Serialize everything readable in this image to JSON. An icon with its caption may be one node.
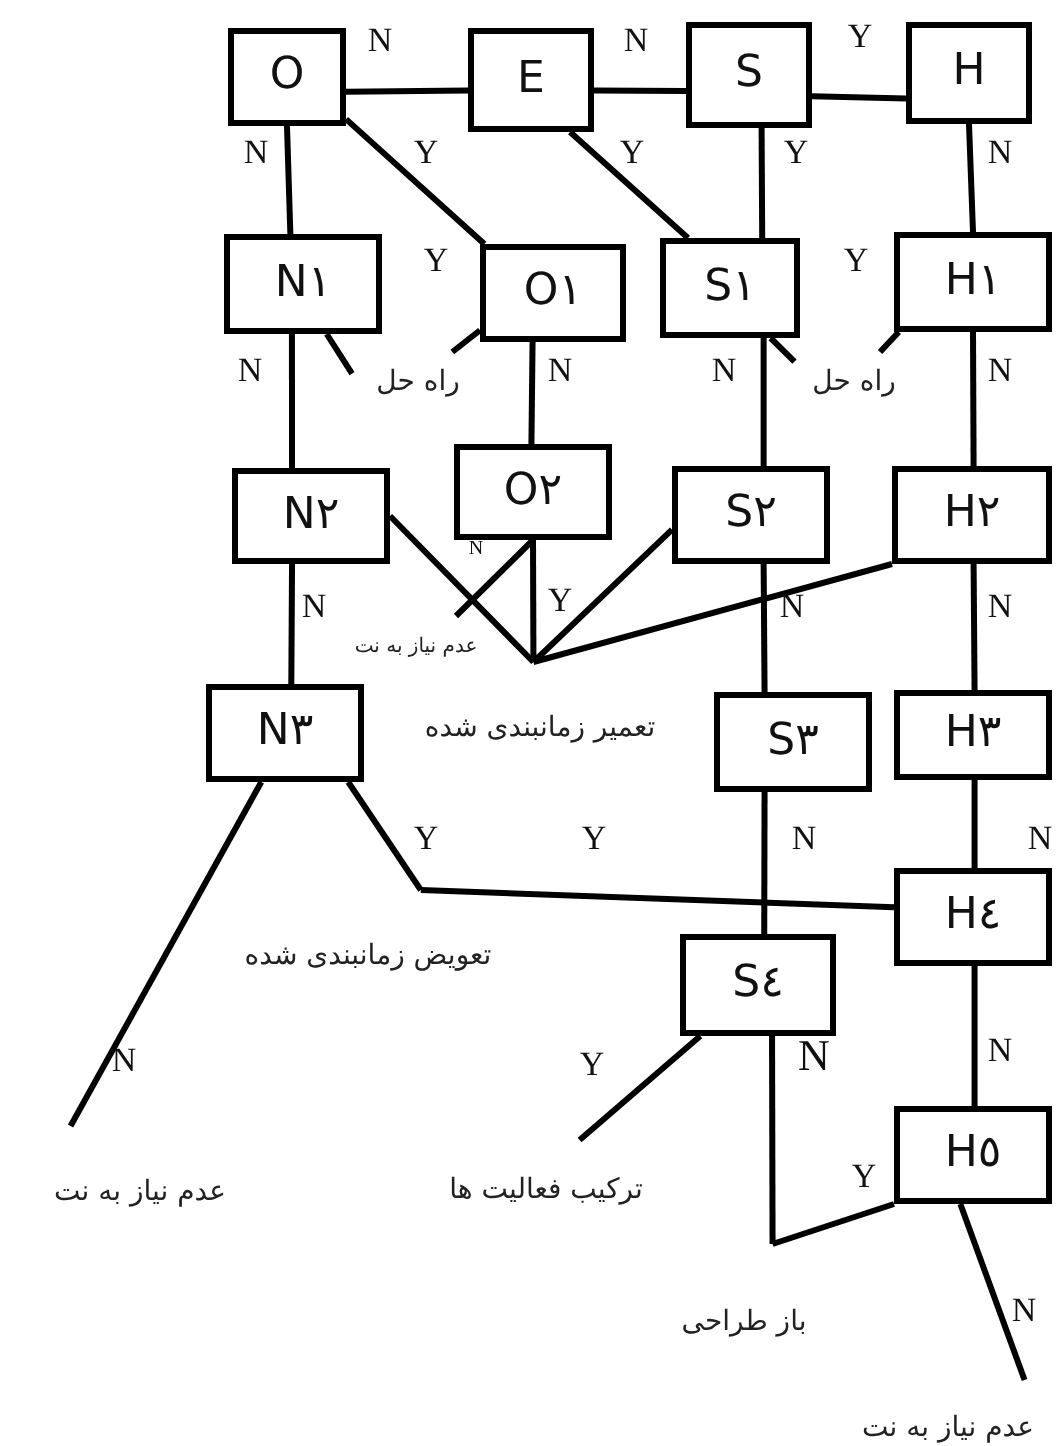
{
  "diagram": {
    "nodes": [
      {
        "text": [
          "O"
        ]
      },
      {
        "text": [
          "E"
        ]
      },
      {
        "text": [
          "S"
        ]
      },
      {
        "text": [
          "H"
        ]
      },
      {
        "text": [
          "N١"
        ]
      },
      {
        "text": [
          "O١"
        ]
      },
      {
        "text": [
          "S١"
        ]
      },
      {
        "text": [
          "H١"
        ]
      },
      {
        "text": [
          "راه حل"
        ]
      },
      {
        "text": [
          "راه حل"
        ]
      },
      {
        "text": [
          "N٢"
        ]
      },
      {
        "text": [
          "O٢"
        ]
      },
      {
        "text": [
          "S٢"
        ]
      },
      {
        "text": [
          "H٢"
        ]
      },
      {
        "text": [
          "عدم نیاز به نت"
        ]
      },
      {
        "text": [
          "تعمیر زمانبندی شده"
        ]
      },
      {
        "text": [
          "N٣"
        ]
      },
      {
        "text": [
          "S٣"
        ]
      },
      {
        "text": [
          "H٣"
        ]
      },
      {
        "text": [
          "تعویض زمانبندی شده"
        ]
      },
      {
        "text": [
          "H٤"
        ]
      },
      {
        "text": [
          "S٤"
        ]
      },
      {
        "text": [
          "عدم نیاز به نت"
        ]
      },
      {
        "text": [
          "ترکیب فعالیت ها"
        ]
      },
      {
        "text": [
          "H٥"
        ]
      },
      {
        "text": [
          "باز طراحی"
        ]
      },
      {
        "text": [
          "عدم نیاز به نت"
        ]
      }
    ],
    "edges": [
      {
        "from": 0,
        "to": 1,
        "arrow": "none",
        "label": "N"
      },
      {
        "from": 1,
        "to": 2,
        "arrow": "none",
        "label": "N"
      },
      {
        "from": 2,
        "to": 3,
        "arrow": "none",
        "label": "Y"
      },
      {
        "from": 0,
        "to": 4,
        "arrow": "none",
        "label": "N"
      },
      {
        "from": 0,
        "to": 5,
        "arrow": "none",
        "label": "Y"
      },
      {
        "from": 1,
        "to": 6,
        "arrow": "none",
        "label": "Y"
      },
      {
        "from": 2,
        "to": 6,
        "arrow": "none",
        "label": "Y"
      },
      {
        "from": 3,
        "to": 7,
        "arrow": "none",
        "label": "N"
      },
      {
        "from": 4,
        "to": 8,
        "arrow": "none"
      },
      {
        "from": 5,
        "to": 8,
        "arrow": "none",
        "label": "Y"
      },
      {
        "from": 6,
        "to": 9,
        "arrow": "none"
      },
      {
        "from": 7,
        "to": 9,
        "arrow": "none",
        "label": "Y"
      },
      {
        "from": 4,
        "to": 10,
        "arrow": "none",
        "label": "N"
      },
      {
        "from": 5,
        "to": 11,
        "arrow": "none",
        "label": "N"
      },
      {
        "from": 6,
        "to": 12,
        "arrow": "none",
        "label": "N"
      },
      {
        "from": 7,
        "to": 13,
        "arrow": "none",
        "label": "N"
      },
      {
        "from": 11,
        "to": 14,
        "arrow": "none",
        "label": "N"
      },
      {
        "from": 10,
        "to": 15,
        "arrow": "none"
      },
      {
        "from": 11,
        "to": 15,
        "arrow": "none",
        "label": "Y"
      },
      {
        "from": 12,
        "to": 15,
        "arrow": "none"
      },
      {
        "from": 13,
        "to": 15,
        "arrow": "none"
      },
      {
        "from": 10,
        "to": 16,
        "arrow": "none",
        "label": "N"
      },
      {
        "from": 12,
        "to": 17,
        "arrow": "none",
        "label": "N"
      },
      {
        "from": 13,
        "to": 18,
        "arrow": "none",
        "label": "N"
      },
      {
        "from": 16,
        "to": 22,
        "arrow": "none",
        "label": "N"
      },
      {
        "from": 16,
        "to": 19,
        "arrow": "none",
        "label": "Y"
      },
      {
        "from": 20,
        "to": 19,
        "arrow": "none",
        "label": "Y"
      },
      {
        "from": 17,
        "to": 21,
        "arrow": "none",
        "label": "N"
      },
      {
        "from": 18,
        "to": 20,
        "arrow": "none",
        "label": "N"
      },
      {
        "from": 20,
        "to": 24,
        "arrow": "none",
        "label": "N"
      },
      {
        "from": 21,
        "to": 23,
        "arrow": "none",
        "label": "Y"
      },
      {
        "from": 21,
        "to": 25,
        "arrow": "none",
        "label": "N"
      },
      {
        "from": 24,
        "to": 25,
        "arrow": "none",
        "label": "Y"
      },
      {
        "from": 24,
        "to": 26,
        "arrow": "none",
        "label": "N"
      }
    ]
  }
}
